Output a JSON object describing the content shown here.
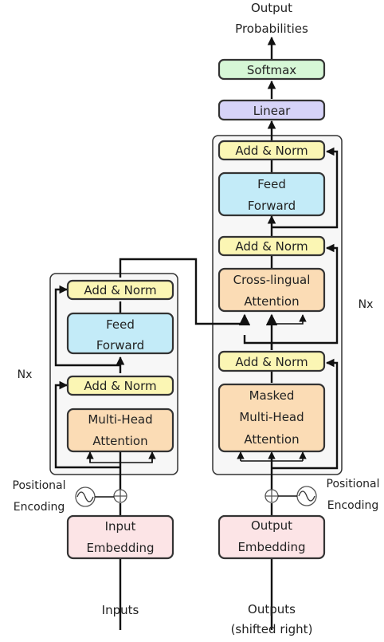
{
  "encoder": {
    "repeat_label": "Nx",
    "add_norm_top": "Add & Norm",
    "feed_forward": [
      "Feed",
      "Forward"
    ],
    "add_norm_bottom": "Add & Norm",
    "attention": [
      "Multi-Head",
      "Attention"
    ],
    "positional_encoding": [
      "Positional",
      "Encoding"
    ],
    "embedding": [
      "Input",
      "Embedding"
    ],
    "input_label": "Inputs"
  },
  "decoder": {
    "repeat_label": "Nx",
    "add_norm_top": "Add & Norm",
    "feed_forward": [
      "Feed",
      "Forward"
    ],
    "add_norm_middle": "Add & Norm",
    "cross_attention": [
      "Cross-lingual",
      "Attention"
    ],
    "add_norm_bottom": "Add & Norm",
    "masked_attention": [
      "Masked",
      "Multi-Head",
      "Attention"
    ],
    "positional_encoding": [
      "Positional",
      "Encoding"
    ],
    "embedding": [
      "Output",
      "Embedding"
    ],
    "input_label": [
      "Outputs",
      "(shifted right)"
    ]
  },
  "head": {
    "linear": "Linear",
    "softmax": "Softmax",
    "output_label": [
      "Output",
      "Probabilities"
    ]
  },
  "colors": {
    "add_norm": "#fbf6b4",
    "feed_forward": "#c3ebf8",
    "attention": "#fbdcb5",
    "embedding": "#fce4e6",
    "linear": "#d6d3f8",
    "softmax": "#d6f7d6",
    "frame": "#f7f7f7"
  }
}
